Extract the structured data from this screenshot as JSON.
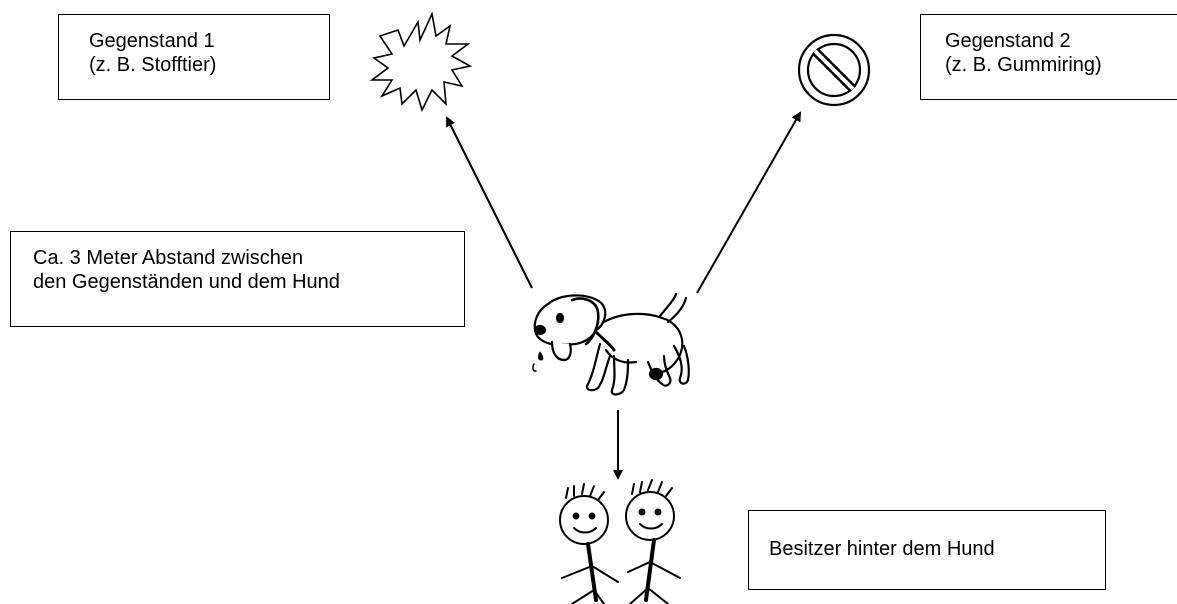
{
  "item1": {
    "line1": "Gegenstand 1",
    "line2": "(z. B. Stofftier)"
  },
  "item2": {
    "line1": "Gegenstand 2",
    "line2": "(z. B. Gummiring)"
  },
  "distance_note": {
    "line1": "Ca. 3 Meter Abstand zwischen",
    "line2": "den Gegenständen und dem Hund"
  },
  "owner_note": {
    "text": "Besitzer hinter dem Hund"
  },
  "icons": [
    "star-burst-icon",
    "prohibited-sign-icon",
    "dog-icon",
    "owners-icon"
  ],
  "colors": {
    "ink": "#000000",
    "background": "#ffffff"
  }
}
